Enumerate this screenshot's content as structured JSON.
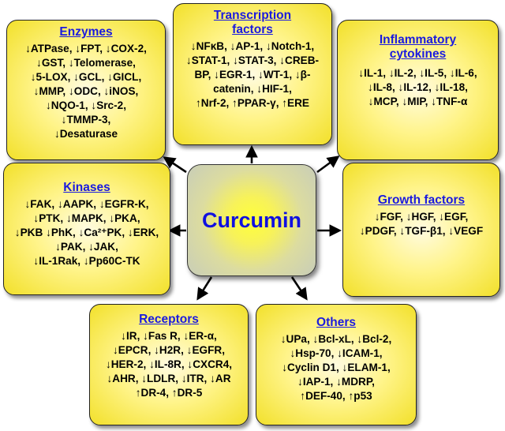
{
  "center": {
    "label": "Curcumin"
  },
  "boxes": {
    "enzymes": {
      "title": "Enzymes",
      "lines": [
        "↓ATPase, ↓FPT, ↓COX-2,",
        "↓GST, ↓Telomerase,",
        "↓5-LOX, ↓GCL, ↓GICL,",
        "↓MMP, ↓ODC, ↓iNOS,",
        "↓NQO-1, ↓Src-2,",
        "↓TMMP-3,",
        "↓Desaturase"
      ]
    },
    "transcription": {
      "title": "Transcription factors",
      "lines": [
        "↓NFκB, ↓AP-1, ↓Notch-1,",
        "↓STAT-1, ↓STAT-3, ↓CREB-",
        "BP, ↓EGR-1, ↓WT-1, ↓β-",
        "catenin, ↓HIF-1,",
        "↑Nrf-2, ↑PPAR-γ, ↑ERE"
      ]
    },
    "cytokines": {
      "title": "Inflammatory cytokines",
      "lines": [
        "↓IL-1, ↓IL-2, ↓IL-5, ↓IL-6,",
        "↓IL-8, ↓IL-12, ↓IL-18,",
        "↓MCP, ↓MIP, ↓TNF-α"
      ]
    },
    "kinases": {
      "title": "Kinases",
      "lines": [
        "↓FAK, ↓AAPK, ↓EGFR-K,",
        "↓PTK, ↓MAPK, ↓PKA,",
        "↓PKB ↓PhK, ↓Ca²⁺PK, ↓ERK,",
        "↓PAK, ↓JAK,",
        "↓IL-1Rak, ↓Pp60C-TK"
      ]
    },
    "growth": {
      "title": "Growth factors",
      "lines": [
        "↓FGF, ↓HGF, ↓EGF,",
        "↓PDGF, ↓TGF-β1, ↓VEGF"
      ]
    },
    "receptors": {
      "title": "Receptors",
      "lines": [
        "↓IR, ↓Fas R, ↓ER-α,",
        "↓EPCR, ↓H2R, ↓EGFR,",
        "↓HER-2, ↓IL-8R, ↓CXCR4,",
        "↓AHR, ↓LDLR, ↓ITR, ↓AR",
        "↑DR-4, ↑DR-5"
      ]
    },
    "others": {
      "title": "Others",
      "lines": [
        "↓UPa, ↓Bcl-xL, ↓Bcl-2,",
        "↓Hsp-70, ↓ICAM-1,",
        "↓Cyclin D1, ↓ELAM-1,",
        "↓IAP-1, ↓MDRP,",
        "↑DEF-40, ↑p53"
      ]
    }
  },
  "colors": {
    "title": "#1a1adf",
    "center_text": "#1010e0",
    "box_fill": "#fff48a",
    "arrow": "#000000"
  }
}
